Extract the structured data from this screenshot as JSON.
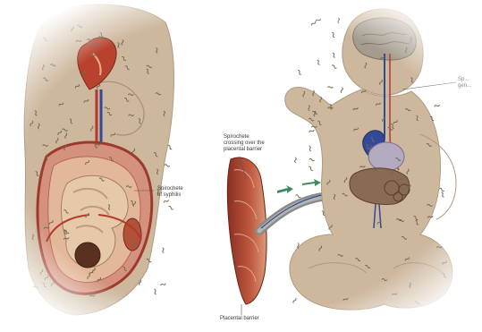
{
  "labels": {
    "spirochete_crossing": "Spirochete\ncrossing over the\nplacental barrier",
    "spirochete_syphilis": "Spirochete\nof syphilis",
    "placental_barrier": "Placental barrier",
    "partial_right": "Sp...\ngen..."
  },
  "colors": {
    "skin": "#cdb79d",
    "skin_edge": "#b09a80",
    "speckle": "#6f6a52",
    "artery": "#b23a2c",
    "vein": "#34489a",
    "uterus": "#c8786a",
    "placenta": "#b0513a",
    "arrow_green": "#3f8a5a"
  }
}
